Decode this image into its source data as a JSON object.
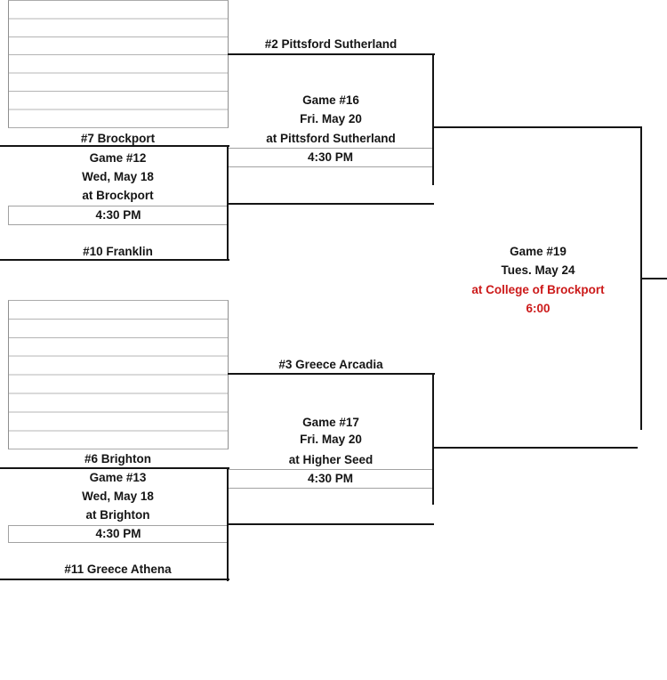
{
  "colors": {
    "background": "#ffffff",
    "text": "#151515",
    "bracket_line": "#151515",
    "grid_gray": "#b4b4b4",
    "highlight_red": "#cc1a1a"
  },
  "bracket": {
    "round1": {
      "game12": {
        "seed_top": "#7 Brockport",
        "title": "Game #12",
        "date": "Wed, May 18",
        "venue": "at Brockport",
        "time": "4:30 PM",
        "seed_bottom": "#10 Franklin"
      },
      "game13": {
        "seed_top": "#6 Brighton",
        "title": "Game #13",
        "date": "Wed, May 18",
        "venue": "at Brighton",
        "time": "4:30 PM",
        "seed_bottom": "#11 Greece Athena"
      }
    },
    "round2": {
      "game16": {
        "seed_top": "#2 Pittsford Sutherland",
        "title": "Game #16",
        "date": "Fri. May 20",
        "venue": "at Pittsford Sutherland",
        "time": "4:30 PM"
      },
      "game17": {
        "seed_top": "#3 Greece Arcadia",
        "title": "Game #17",
        "date": "Fri. May 20",
        "venue": "at Higher Seed",
        "time": "4:30 PM"
      }
    },
    "final": {
      "game19": {
        "title": "Game #19",
        "date": "Tues. May 24",
        "venue": "at College of Brockport",
        "time": "6:00"
      }
    }
  }
}
